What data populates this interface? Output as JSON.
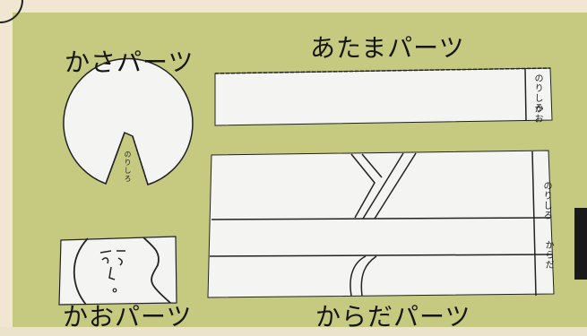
{
  "labels": {
    "kasa": "かさパーツ",
    "atama": "あたまパーツ",
    "kao": "かおパーツ",
    "karada": "からだパーツ"
  },
  "tabs": {
    "atama_glue": "のりしろ",
    "atama_face": "かお",
    "kasa_glue": "のりしろ",
    "karada_glue": "のりしろ",
    "karada_body": "からだ"
  },
  "colors": {
    "mat": "#c6ca80",
    "paper": "#f4f4f2",
    "ink": "#222222"
  }
}
